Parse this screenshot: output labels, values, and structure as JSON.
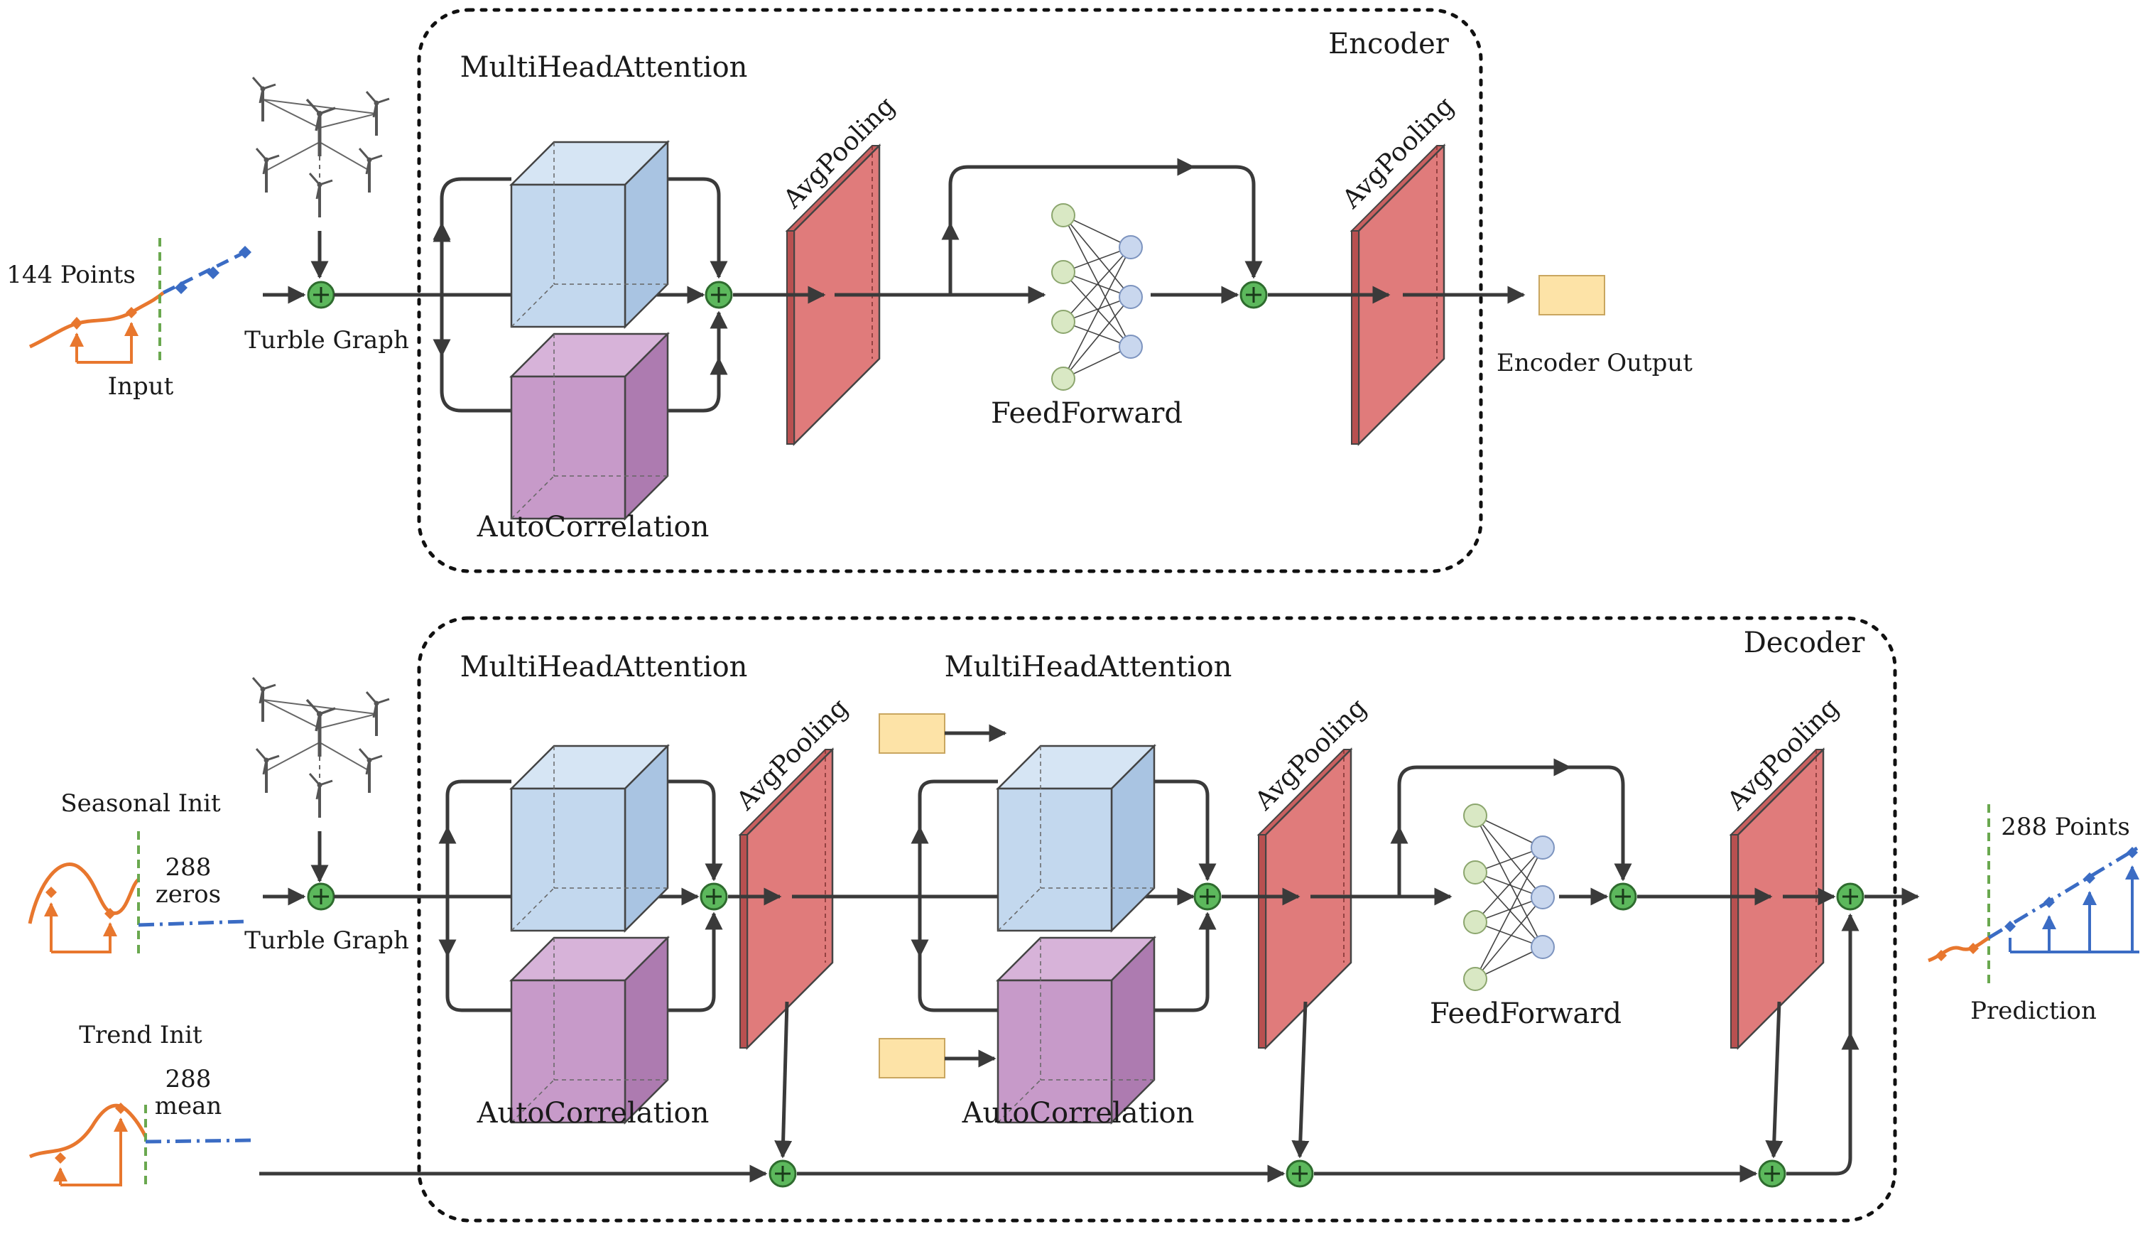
{
  "encoder": {
    "title": "Encoder",
    "mha_label": "MultiHeadAttention",
    "ac_label": "AutoCorrelation",
    "pool1_label": "AvgPooling",
    "pool2_label": "AvgPooling",
    "ff_label": "FeedForward",
    "output_label": "Encoder Output"
  },
  "encoder_input": {
    "points_label": "144 Points",
    "input_label": "Input",
    "graph_label": "Turble Graph"
  },
  "decoder": {
    "title": "Decoder",
    "mha1_label": "MultiHeadAttention",
    "ac1_label": "AutoCorrelation",
    "mha2_label": "MultiHeadAttention",
    "ac2_label": "AutoCorrelation",
    "pool1_label": "AvgPooling",
    "pool2_label": "AvgPooling",
    "pool3_label": "AvgPooling",
    "ff_label": "FeedForward"
  },
  "decoder_input": {
    "seasonal_label": "Seasonal Init",
    "seasonal_n": "288",
    "seasonal_fill": "zeros",
    "trend_label": "Trend Init",
    "trend_n": "288",
    "trend_fill": "mean",
    "graph_label": "Turble Graph"
  },
  "prediction": {
    "points_label": "288 Points",
    "label": "Prediction"
  },
  "colors": {
    "attention_cube": "#c3d8ee",
    "autocorr_cube": "#c79ac9",
    "pooling": "#e07b7b",
    "encoder_output": "#fde3a7",
    "add_node": "#5cb85c",
    "series_orange": "#e8772e",
    "series_blue": "#3b6cc4",
    "divider_green": "#6aa84f",
    "neuron_green": "#d9e8c4",
    "neuron_blue": "#c9d7ee"
  },
  "icons": [
    "wind-turbine-icon",
    "add-node-icon",
    "neural-network-icon"
  ]
}
